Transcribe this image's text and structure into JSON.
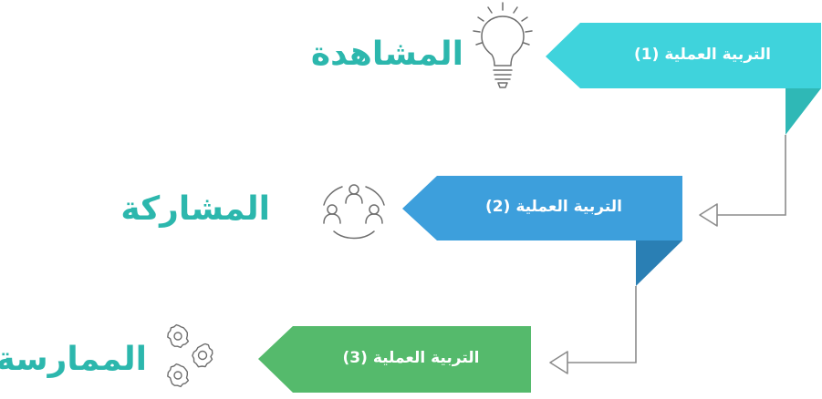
{
  "colors": {
    "teal": "#3fd3dc",
    "teal_dark": "#2fb8b6",
    "blue": "#3d9fdc",
    "blue_dark": "#2a7fb4",
    "green": "#55ba6c",
    "title": "#2cb7ad",
    "connector": "#8b8b8b",
    "icon": "#6e6e6e"
  },
  "stages": [
    {
      "label": "التربية العملية (1)",
      "title": "المشاهدة",
      "icon": "lightbulb-icon"
    },
    {
      "label": "التربية العملية (2)",
      "title": "المشاركة",
      "icon": "team-icon"
    },
    {
      "label": "التربية العملية (3)",
      "title": "الممارسة",
      "icon": "gears-icon"
    }
  ]
}
